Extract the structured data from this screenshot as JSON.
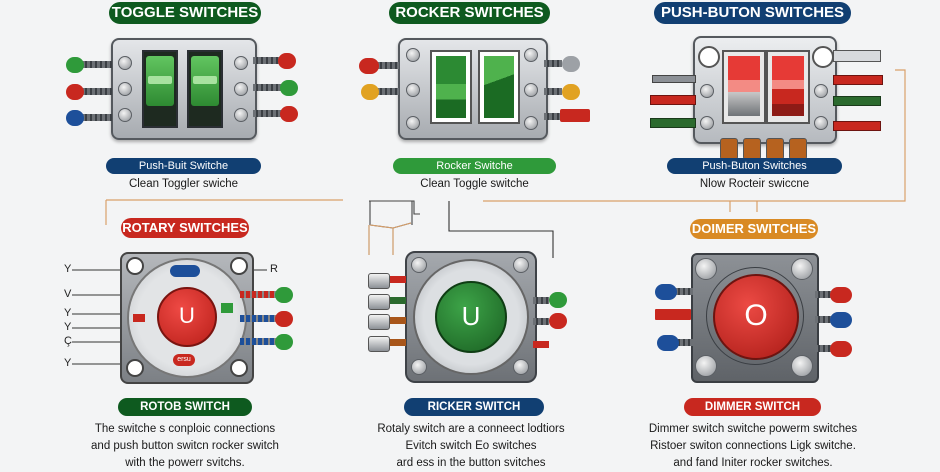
{
  "sections": {
    "toggle": {
      "title": "TOGGLE SWITCHES",
      "subtitle": "Push-Buit Switche",
      "caption": "Clean Toggler swiche",
      "color": "#0e5a1f"
    },
    "rocker": {
      "title": "ROCKER SWITCHES",
      "subtitle": "Rocker Switche",
      "caption": "Clean Toggle switche",
      "color": "#0e5a1f"
    },
    "pushbutton": {
      "title": "PUSH-BUTON SWITCHES",
      "subtitle": "Push-Buton Switches",
      "caption": "Nlow Rocteir swiccne",
      "color": "#113f72"
    },
    "rotary": {
      "title": "ROTARY SWITCHES",
      "button_glyph": "U",
      "lead_labels": [
        "Y",
        "V",
        "Y",
        "Y",
        "Ç",
        "Y"
      ],
      "right_label": "R",
      "small_label": "ersu",
      "bottom_label": "ROTOB SWITCH",
      "description": [
        "The switche s conploic connections",
        "and push button switcn rocker switch",
        "with the powerr svitchs."
      ],
      "color": "#c8281f"
    },
    "center": {
      "button_glyph": "U",
      "bottom_label": "RICKER SWITCH",
      "description": [
        "Rotaly switch are a conneect lodtiors",
        "Evitch switch Eo switches",
        "ard ess in the button svitches"
      ]
    },
    "dimmer": {
      "title": "DOIMER SWITCHES",
      "button_glyph": "O",
      "bottom_label": "DIMMER SWITCH",
      "description": [
        "Dimmer switch switche powerm switches",
        "Ristoer switon connections Ligk switche.",
        "and fand Initer rocker switches."
      ],
      "color": "#d98a24"
    }
  },
  "colors": {
    "dark_green": "#0e5a1f",
    "bright_green": "#2f9a3a",
    "navy": "#113f72",
    "red": "#c8281f",
    "orange": "#d98a24",
    "connector_line": "#d9a06a"
  }
}
